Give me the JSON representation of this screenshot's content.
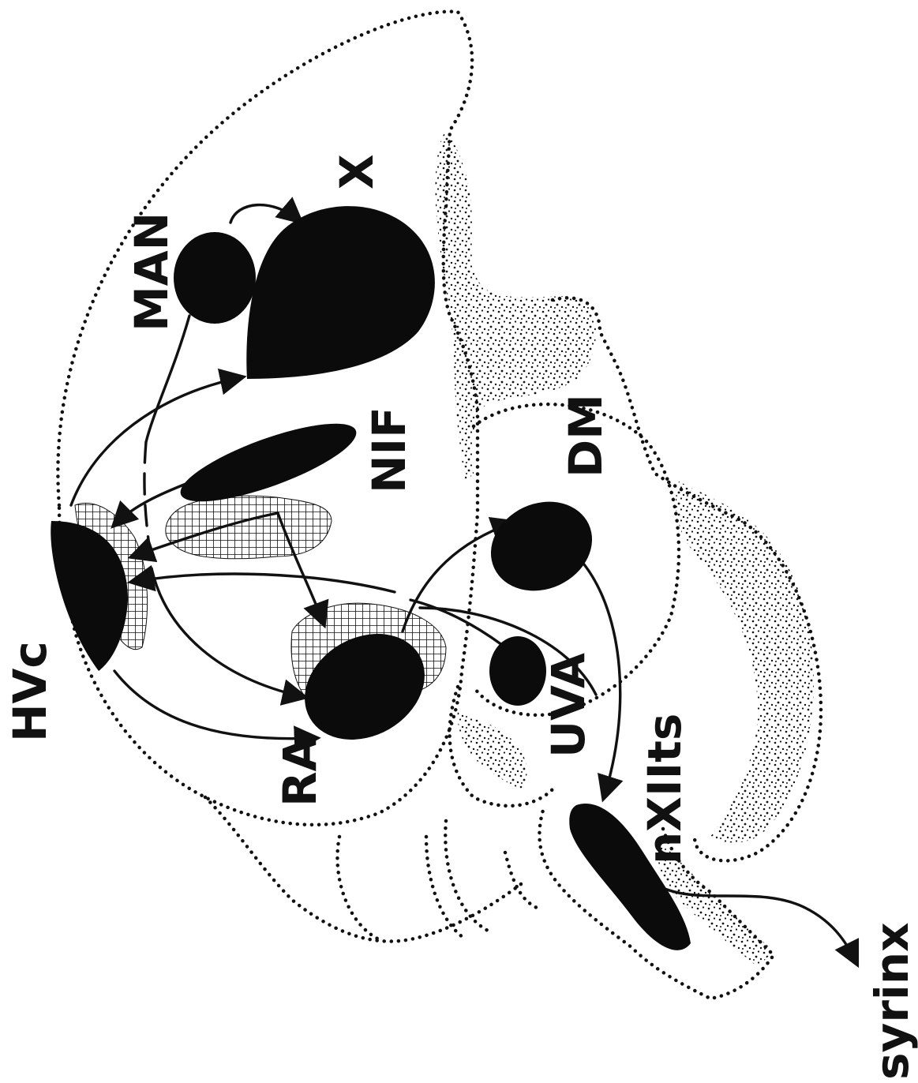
{
  "diagram": {
    "labels": {
      "hvc": "HVc",
      "man": "MAN",
      "x": "X",
      "nif": "NIF",
      "dm": "DM",
      "ra": "RA",
      "uva": "UVA",
      "nxiits": "nXIIts",
      "syrinx": "syrinx"
    }
  }
}
